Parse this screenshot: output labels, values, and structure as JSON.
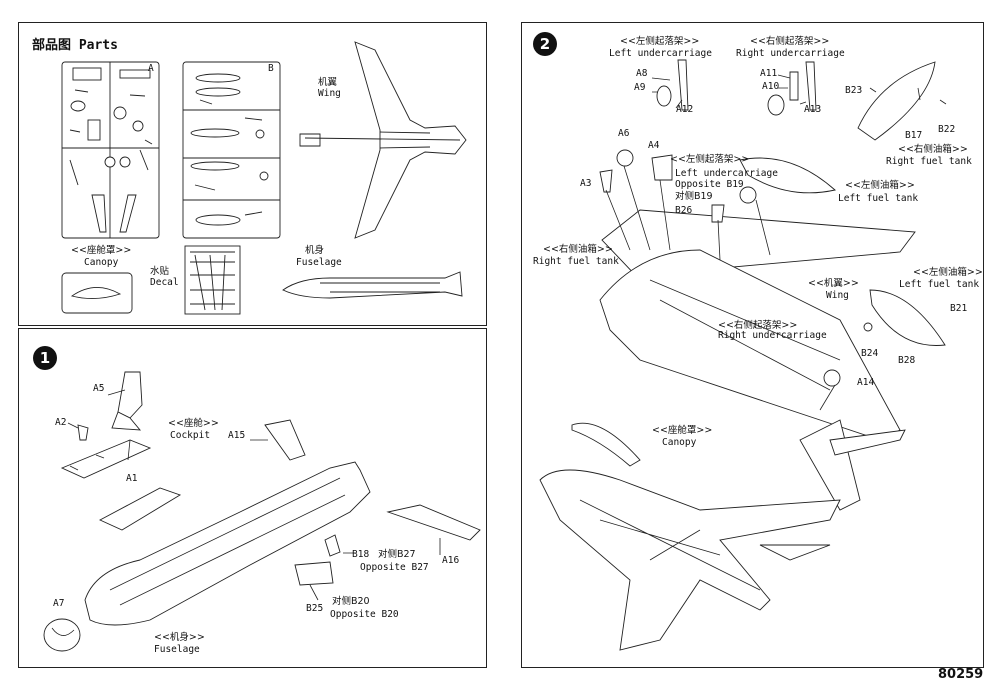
{
  "parts_panel": {
    "title": "部品图 Parts",
    "sprue_a": "A",
    "sprue_b": "B",
    "wing_cn": "机翼",
    "wing_en": "Wing",
    "canopy_cn": "<<座舱罩>>",
    "canopy_en": "Canopy",
    "decal_cn": "水贴",
    "decal_en": "Decal",
    "fuselage_cn": "机身",
    "fuselage_en": "Fuselage"
  },
  "step1": {
    "number": "1",
    "cockpit_cn": "<<座舱>>",
    "cockpit_en": "Cockpit",
    "fuselage_cn": "<<机身>>",
    "fuselage_en": "Fuselage",
    "parts": {
      "a5": "A5",
      "a2": "A2",
      "a1": "A1",
      "a15": "A15",
      "a16": "A16",
      "a7": "A7",
      "b18": "B18",
      "b27_cn": "对侧B27",
      "b27_en": "Opposite B27",
      "b25": "B25",
      "b20_cn": "对侧B20",
      "b20_en": "Opposite B20"
    }
  },
  "step2": {
    "number": "2",
    "left_uc_cn": "<<左侧起落架>>",
    "left_uc_en": "Left undercarriage",
    "right_uc_cn": "<<右侧起落架>>",
    "right_uc_en": "Right undercarriage",
    "left_uc2_cn": "<<左侧起落架>>",
    "left_uc2_en": "Left undercarriage",
    "opp_b19_en": "Opposite B19",
    "opp_b19_cn": "对侧B19",
    "right_tank_cn": "<<右侧油箱>>",
    "right_tank_en": "Right fuel tank",
    "right_tank2_cn": "<<右侧油箱>>",
    "right_tank2_en": "Right fuel tank",
    "left_tank_cn": "<<左侧油箱>>",
    "left_tank_en": "Left fuel tank",
    "left_tank2_cn": "<<左侧油箱>>",
    "left_tank2_en": "Left fuel tank",
    "wing_cn": "<<机翼>>",
    "wing_en": "Wing",
    "right_uc2_cn": "<<右侧起落架>>",
    "right_uc2_en": "Right undercarriage",
    "canopy_cn": "<<座舱罩>>",
    "canopy_en": "Canopy",
    "parts": {
      "a8": "A8",
      "a9": "A9",
      "a12": "A12",
      "a11": "A11",
      "a10": "A10",
      "a13": "A13",
      "b23": "B23",
      "b17": "B17",
      "b22": "B22",
      "a6": "A6",
      "a4": "A4",
      "a3": "A3",
      "b26": "B26",
      "b21": "B21",
      "b24": "B24",
      "b28": "B28",
      "a14": "A14"
    }
  },
  "page_number": "80259"
}
